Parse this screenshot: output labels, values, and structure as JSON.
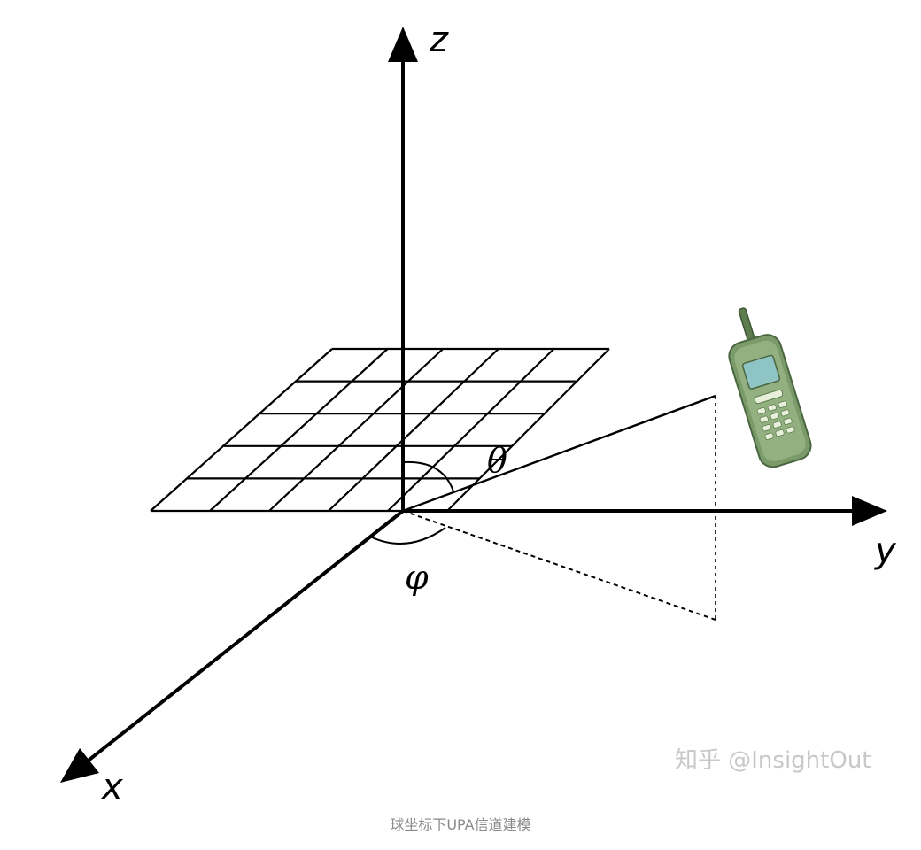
{
  "axes": {
    "z_label": "z",
    "y_label": "y",
    "x_label": "x"
  },
  "angles": {
    "theta": "θ",
    "phi": "φ"
  },
  "planar_array": {
    "columns": 5,
    "rows": 5
  },
  "watermark": "知乎 @InsightOut",
  "caption": "球坐标下UPA信道建模",
  "colors": {
    "line": "#000000",
    "phone_body": "#7a9a6a",
    "phone_screen": "#8fc4c4",
    "watermark": "#c8c8c8",
    "caption": "#8a8a8a"
  },
  "icons": {
    "terminal": "mobile-phone-icon"
  }
}
